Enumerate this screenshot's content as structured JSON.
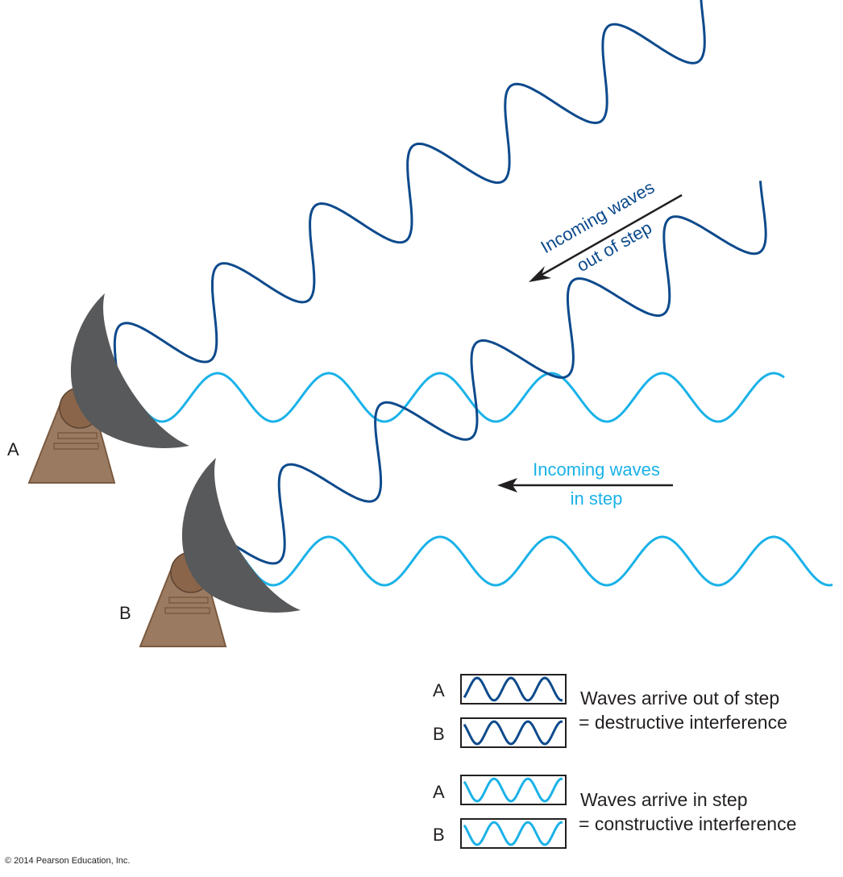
{
  "colors": {
    "out_of_step": "#0d4a8c",
    "in_step": "#1ab2e8",
    "dish": "#58595b",
    "base": "#9a7b62",
    "base_dark": "#7b5a40"
  },
  "dish_labels": {
    "a": "A",
    "b": "B"
  },
  "arrows": {
    "out_of_step": {
      "line1": "Incoming waves",
      "line2": "out of step"
    },
    "in_step": {
      "line1": "Incoming waves",
      "line2": "in step"
    }
  },
  "legend": {
    "destructive": {
      "a": "A",
      "b": "B",
      "line1": "Waves arrive out of step",
      "line2": "= destructive interference"
    },
    "constructive": {
      "a": "A",
      "b": "B",
      "line1": "Waves arrive in step",
      "line2": "= constructive interference"
    }
  },
  "copyright": "© 2014 Pearson Education, Inc."
}
